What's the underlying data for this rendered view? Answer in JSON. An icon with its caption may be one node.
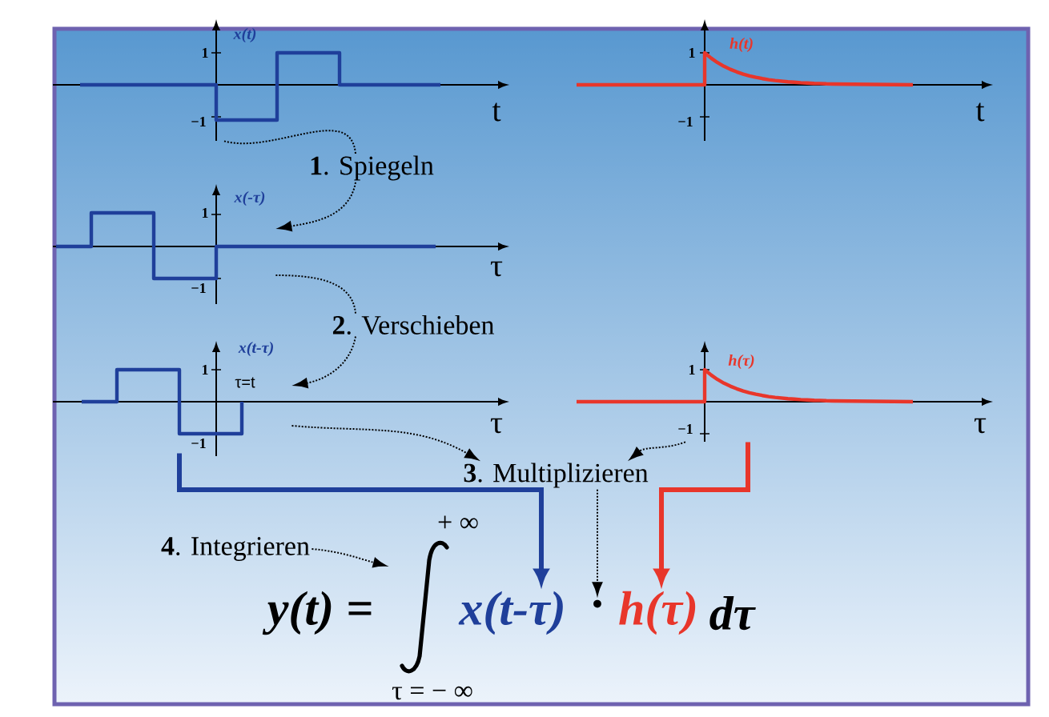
{
  "diagram": {
    "nodes": [
      {
        "text": [
          "x(t)",
          "1",
          "−1"
        ]
      },
      {
        "text": [
          "h(t)",
          "1",
          "−1"
        ]
      },
      {
        "text": [
          "**1**. Spiegeln"
        ]
      },
      {
        "text": [
          "x(-τ)",
          "1",
          "−1"
        ]
      },
      {
        "text": [
          "**2**. Verschieben"
        ]
      },
      {
        "text": [
          "x(t-τ)",
          "1",
          "−1",
          "τ=t"
        ]
      },
      {
        "text": [
          "h(τ)",
          "1",
          "−1"
        ]
      },
      {
        "text": [
          "**3**. Multiplizieren"
        ]
      },
      {
        "text": [
          "**4**. Integrieren"
        ]
      },
      {
        "text": [
          "y(t) ="
        ]
      },
      {
        "text": [
          "+ ∞",
          "τ = − ∞"
        ]
      },
      {
        "text": [
          "x(t-τ)"
        ]
      },
      {
        "text": [
          "·"
        ]
      },
      {
        "text": [
          "h(τ)"
        ]
      },
      {
        "text": [
          "dτ"
        ]
      }
    ],
    "edges": [
      {
        "from": 0,
        "to": 2,
        "arrow": "none",
        "style": "dashed"
      },
      {
        "from": 2,
        "to": 3,
        "arrow": "to",
        "style": "dashed"
      },
      {
        "from": 3,
        "to": 4,
        "arrow": "none",
        "style": "dashed"
      },
      {
        "from": 4,
        "to": 5,
        "arrow": "to",
        "style": "dashed"
      },
      {
        "from": 5,
        "to": 7,
        "arrow": "to",
        "style": "dashed"
      },
      {
        "from": 6,
        "to": 7,
        "arrow": "to",
        "style": "dashed"
      },
      {
        "from": 7,
        "to": 12,
        "arrow": "to",
        "style": "dashed"
      },
      {
        "from": 5,
        "to": 11,
        "arrow": "to",
        "style": "thick",
        "color": "#1f3f9a"
      },
      {
        "from": 6,
        "to": 13,
        "arrow": "to",
        "style": "thick",
        "color": "#e8362b"
      },
      {
        "from": 8,
        "to": 10,
        "arrow": "to",
        "style": "dashed"
      }
    ],
    "labels": [
      "t",
      "t",
      "τ",
      "τ",
      "τ"
    ]
  }
}
